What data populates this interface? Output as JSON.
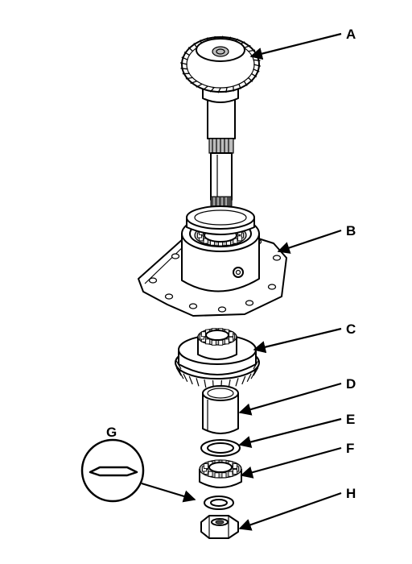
{
  "callouts": {
    "A": "A",
    "B": "B",
    "C": "C",
    "D": "D",
    "E": "E",
    "F": "F",
    "G": "G",
    "H": "H"
  }
}
